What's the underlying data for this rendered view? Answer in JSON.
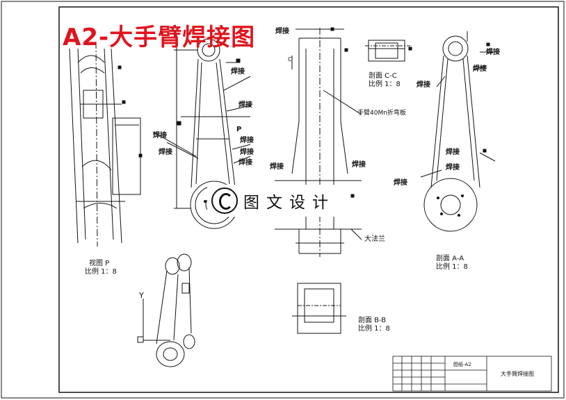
{
  "title": "A2-大手臂焊接图",
  "watermark": "图文设计",
  "labels": {
    "weld": "焊接",
    "plate_note": "手臂40Mn折弯板",
    "flange": "大法兰",
    "section_p": "视图 P",
    "scale_p": "比例 1：8",
    "section_cc": "剖面 C-C",
    "scale_cc": "比例 1：8",
    "section_aa": "剖面 A-A",
    "scale_aa": "比例 1：8",
    "section_bb": "剖面 B-B",
    "scale_bb": "比例 1：8",
    "mark_p": "P",
    "mark_c": "C",
    "axis_y": "Y",
    "tb_name": "大手臂焊接图",
    "tb_small": "图纸-A2"
  },
  "colors": {
    "title": "#e0141e",
    "line": "#111111"
  }
}
